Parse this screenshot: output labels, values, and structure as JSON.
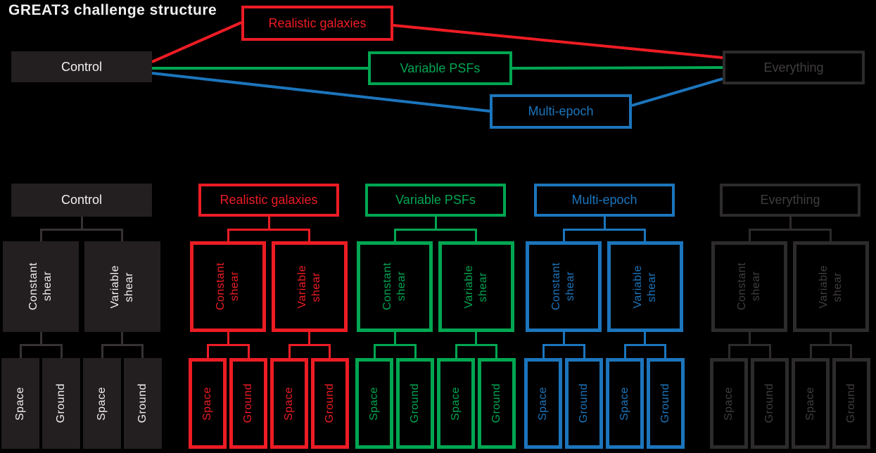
{
  "title": "GREAT3 challenge structure",
  "theme": {
    "colors": {
      "bg": "#000000",
      "boxFill": "#231f20",
      "textWhite": "#f1f0f0",
      "red": "#ed1c24",
      "green": "#00a651",
      "blue": "#1c75bc",
      "dim": "#2d2b2b",
      "dimText": "#403d3e",
      "neutralLine": "#363233"
    }
  },
  "top": {
    "control_label": "Control",
    "branches": [
      {
        "label": "Realistic galaxies",
        "color": "#ed1c24"
      },
      {
        "label": "Variable PSFs",
        "color": "#00a651"
      },
      {
        "label": "Multi-epoch",
        "color": "#1c75bc"
      }
    ],
    "everything_label": "Everything"
  },
  "tree": {
    "groups": [
      {
        "label": "Control",
        "color": "neutral"
      },
      {
        "label": "Realistic galaxies",
        "color": "#ed1c24"
      },
      {
        "label": "Variable PSFs",
        "color": "#00a651"
      },
      {
        "label": "Multi-epoch",
        "color": "#1c75bc"
      },
      {
        "label": "Everything",
        "color": "#2d2b2b"
      }
    ],
    "node_labels": {
      "constant_shear": [
        "Constant",
        "shear"
      ],
      "variable_shear": [
        "Variable",
        "shear"
      ],
      "space": "Space",
      "ground": "Ground"
    }
  }
}
